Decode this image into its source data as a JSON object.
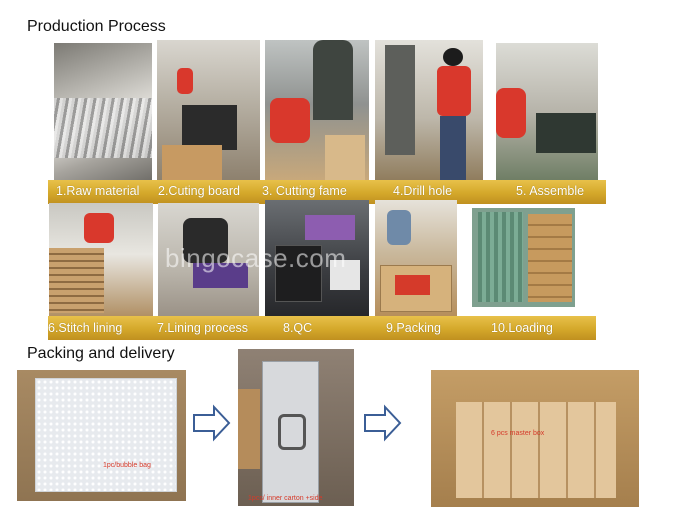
{
  "headings": {
    "production": "Production Process",
    "packing": "Packing and delivery"
  },
  "steps_row1": [
    "1.Raw material",
    "2.Cuting board",
    "3. Cutting fame",
    "4.Drill hole",
    "5. Assemble"
  ],
  "steps_row2": [
    "6.Stitch lining",
    "7.Lining process",
    "8.QC",
    "9.Packing",
    "10.Loading"
  ],
  "watermark": "bingocase.com",
  "packing_notes": {
    "bubble": "1pc/bubble bag",
    "carton": "1pcs/ inner carton +side",
    "master": "6 pcs master box"
  },
  "icons": [
    "right-arrow-icon",
    "right-arrow-icon"
  ],
  "colors": {
    "bar": "#d4a82a",
    "bar_text": "#ffffff"
  }
}
